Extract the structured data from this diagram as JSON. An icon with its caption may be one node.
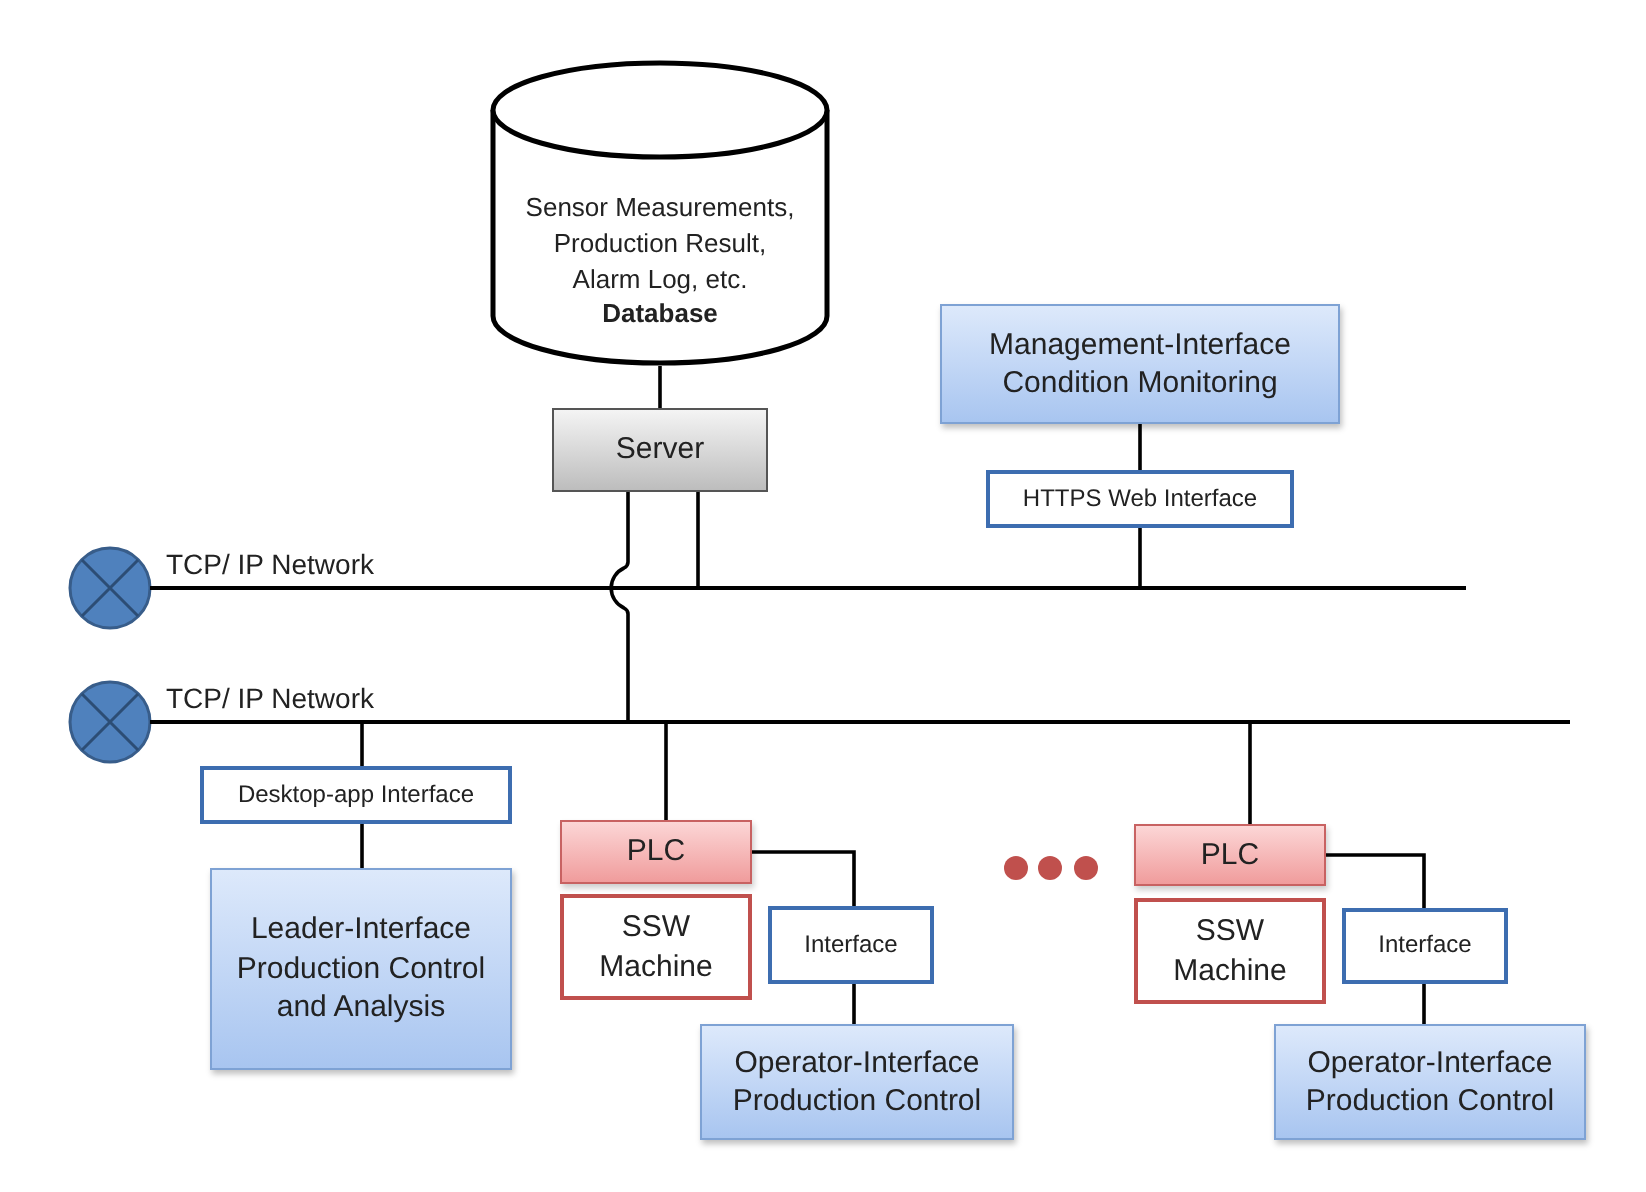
{
  "diagram": {
    "nodes": [
      {
        "text": [
          "Sensor Measurements, Production Result, Alarm Log, etc.",
          "Database"
        ]
      },
      {
        "text": [
          "Server"
        ]
      },
      {
        "text": [
          "Management-Interface Condition Monitoring"
        ]
      },
      {
        "text": [
          "HTTPS Web Interface"
        ]
      },
      {
        "text": [
          "TCP/ IP Network"
        ]
      },
      {
        "text": [
          "TCP/ IP Network"
        ]
      },
      {
        "text": [
          "Desktop-app Interface"
        ]
      },
      {
        "text": [
          "Leader-Interface Production Control and Analysis"
        ]
      },
      {
        "text": [
          "PLC"
        ]
      },
      {
        "text": [
          "SSW Machine"
        ]
      },
      {
        "text": [
          "Interface"
        ]
      },
      {
        "text": [
          "Operator-Interface Production Control"
        ]
      },
      {
        "text": [
          "PLC"
        ]
      },
      {
        "text": [
          "SSW Machine"
        ]
      },
      {
        "text": [
          "Interface"
        ]
      },
      {
        "text": [
          "Operator-Interface Production Control"
        ]
      }
    ],
    "edges": [
      {
        "from": 0,
        "to": 1,
        "arrow": "none"
      },
      {
        "from": 1,
        "to": 4,
        "arrow": "none"
      },
      {
        "from": 1,
        "to": 5,
        "arrow": "none"
      },
      {
        "from": 2,
        "to": 3,
        "arrow": "none"
      },
      {
        "from": 3,
        "to": 4,
        "arrow": "none"
      },
      {
        "from": 5,
        "to": 6,
        "arrow": "none"
      },
      {
        "from": 6,
        "to": 7,
        "arrow": "none"
      },
      {
        "from": 5,
        "to": 8,
        "arrow": "none"
      },
      {
        "from": 8,
        "to": 10,
        "arrow": "none"
      },
      {
        "from": 10,
        "to": 11,
        "arrow": "none"
      },
      {
        "from": 5,
        "to": 12,
        "arrow": "none"
      },
      {
        "from": 12,
        "to": 14,
        "arrow": "none"
      },
      {
        "from": 14,
        "to": 15,
        "arrow": "none"
      }
    ]
  }
}
